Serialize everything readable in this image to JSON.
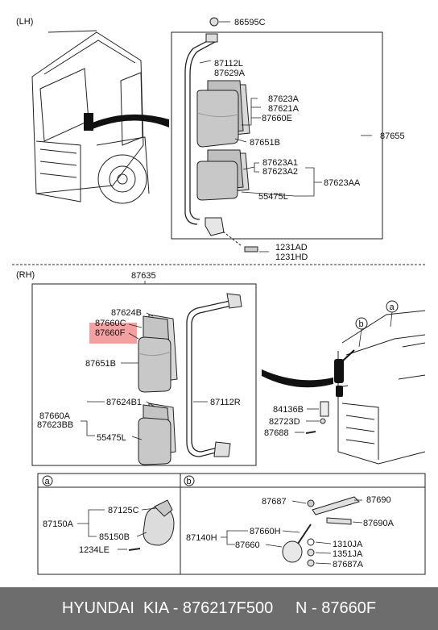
{
  "sections": {
    "lh": "(LH)",
    "rh": "(RH)"
  },
  "lh_parts": {
    "p86595C": "86595C",
    "p87112L": "87112L",
    "p87629A": "87629A",
    "p87623A": "87623A",
    "p87621A": "87621A",
    "p87660E": "87660E",
    "p87651B": "87651B",
    "p87655": "87655",
    "p87623A1": "87623A1",
    "p87623A2": "87623A2",
    "p87623AA": "87623AA",
    "p55475L": "55475L",
    "p1231AD": "1231AD",
    "p1231HD": "1231HD"
  },
  "rh_parts": {
    "p87635": "87635",
    "p87624B": "87624B",
    "p87660C": "87660C",
    "p87660F": "87660F",
    "p87651B": "87651B",
    "p87624B1": "87624B1",
    "p87660A": "87660A",
    "p87623BB": "87623BB",
    "p55475L": "55475L",
    "p87112R": "87112R",
    "p84136B": "84136B",
    "p82723D": "82723D",
    "p87688": "87688",
    "callout_a": "a",
    "callout_b": "b"
  },
  "detail_a": {
    "marker": "a",
    "p87125C": "87125C",
    "p87150A": "87150A",
    "p85150B": "85150B",
    "p1234LE": "1234LE"
  },
  "detail_b": {
    "marker": "b",
    "p87687": "87687",
    "p87690": "87690",
    "p87690A": "87690A",
    "p87660H": "87660H",
    "p87140H": "87140H",
    "p87660": "87660",
    "p1310JA": "1310JA",
    "p1351JA": "1351JA",
    "p87687A": "87687A"
  },
  "highlight": {
    "color": "#f08080",
    "part": "87660F"
  },
  "footer": {
    "brand": "HYUNDAI  KIA - 876217F500",
    "part": "N - 87660F"
  }
}
